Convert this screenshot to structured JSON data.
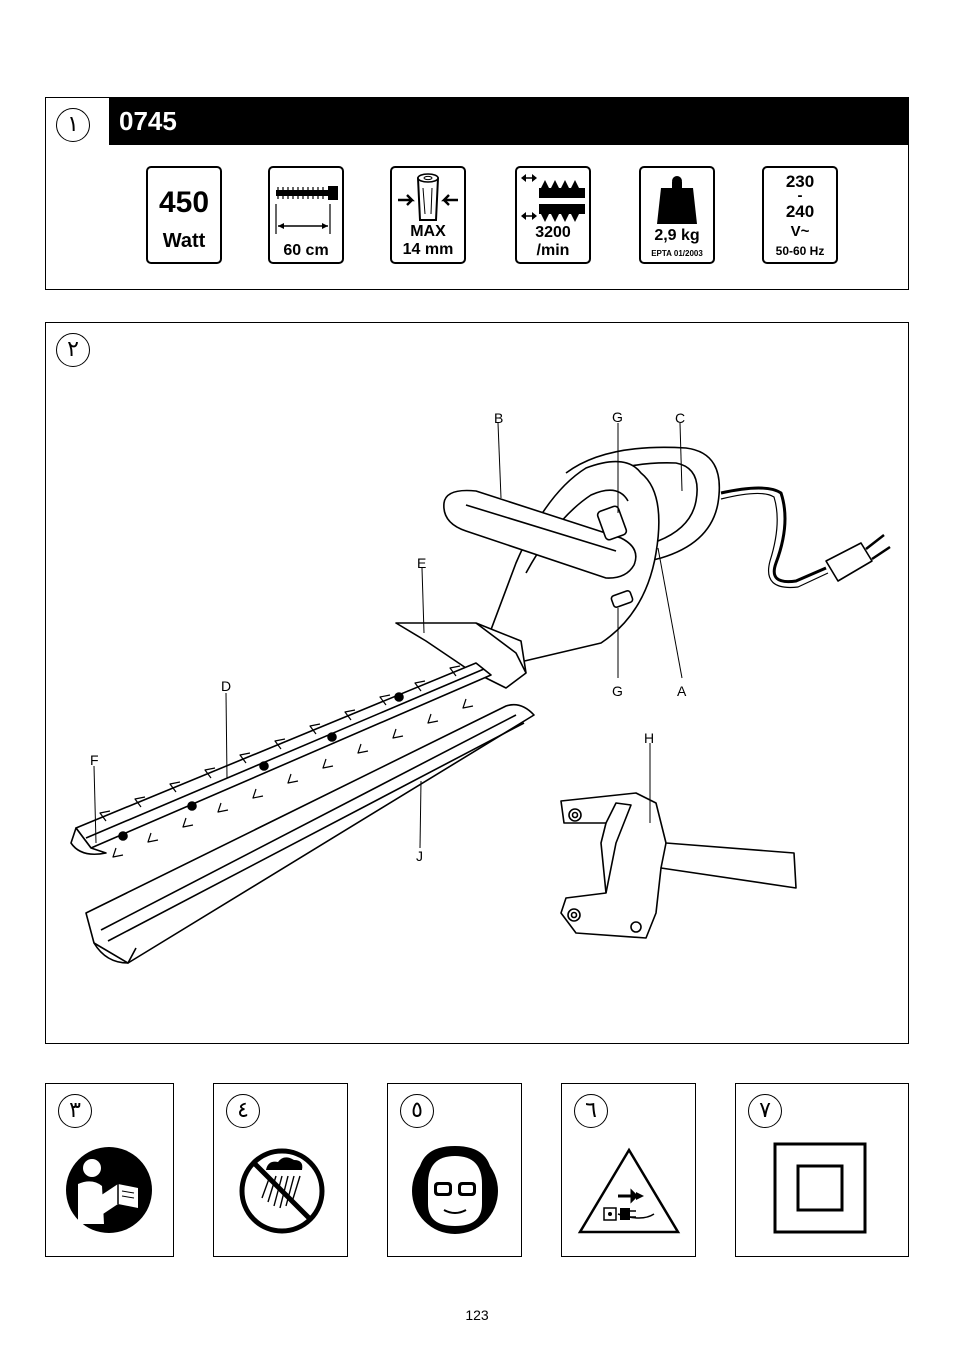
{
  "panel1": {
    "number": "١",
    "model": "0745",
    "specs": {
      "power_value": "450",
      "power_unit": "Watt",
      "blade_length": "60 cm",
      "max_label": "MAX",
      "max_value": "14 mm",
      "speed_value": "3200",
      "speed_unit": "/min",
      "weight_value": "2,9 kg",
      "weight_standard": "EPTA 01/2003",
      "voltage_top": "230",
      "voltage_dash": "-",
      "voltage_bottom": "240",
      "voltage_symbol": "V~",
      "frequency": "50-60 Hz"
    }
  },
  "panel2": {
    "number": "٢",
    "labels": {
      "b": "B",
      "g_top": "G",
      "c": "C",
      "e": "E",
      "d": "D",
      "g_bottom": "G",
      "a": "A",
      "h": "H",
      "f": "F",
      "j": "J"
    }
  },
  "panel3": {
    "number": "٣",
    "icon": "read-manual-icon"
  },
  "panel4": {
    "number": "٤",
    "icon": "no-rain-icon"
  },
  "panel5": {
    "number": "٥",
    "icon": "eye-ear-protection-icon"
  },
  "panel6": {
    "number": "٦",
    "icon": "unplug-warning-icon"
  },
  "panel7": {
    "number": "٧",
    "icon": "double-insulation-icon"
  },
  "page_number": "123"
}
